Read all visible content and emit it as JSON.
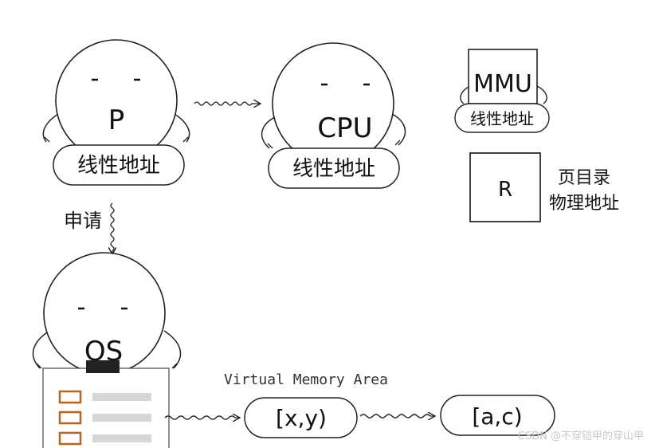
{
  "process_p": {
    "label": "P",
    "address_label": "线性地址"
  },
  "process_cpu": {
    "label": "CPU",
    "address_label": "线性地址"
  },
  "mmu": {
    "label": "MMU",
    "address_label": "线性地址"
  },
  "register_r": {
    "label": "R",
    "desc_line1": "页目录",
    "desc_line2": "物理地址"
  },
  "request_label": "申请",
  "process_os": {
    "label": "OS"
  },
  "vma": {
    "title": "Virtual Memory Area",
    "range1": "[x,y)",
    "range2": "[a,c)"
  },
  "watermark": "CSDN @不穿铠甲的穿山甲"
}
